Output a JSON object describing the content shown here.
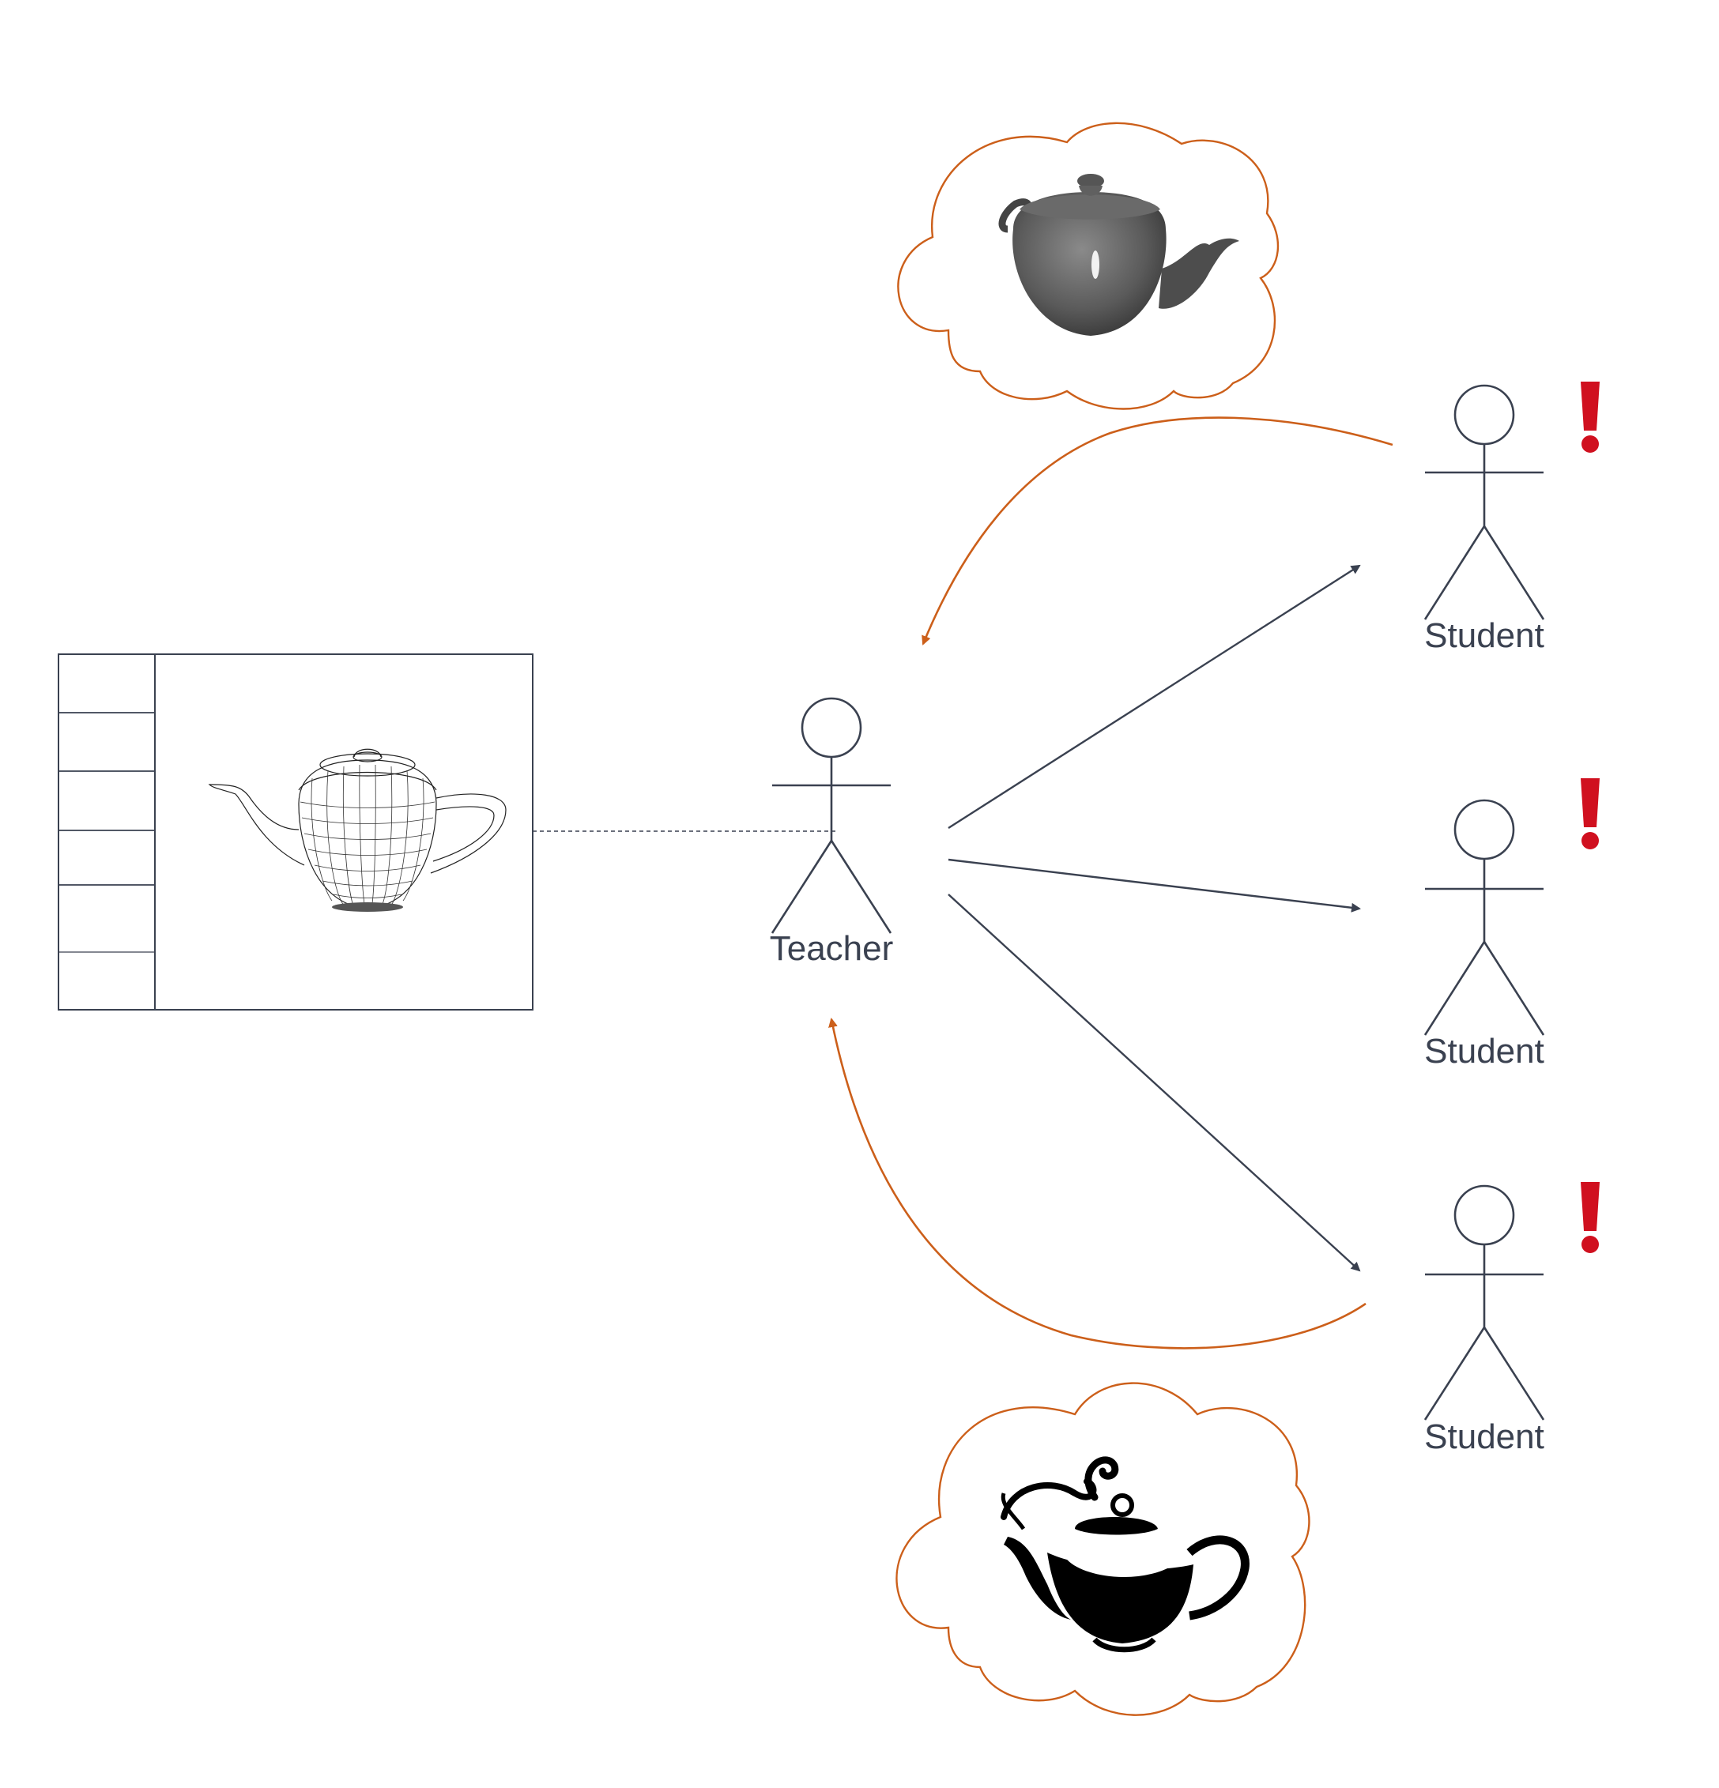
{
  "labels": {
    "teacher": "Teacher",
    "student_1": "Student",
    "student_2": "Student",
    "student_3": "Student"
  },
  "alerts": {
    "student_1": "!",
    "student_2": "!",
    "student_3": "!"
  },
  "icons": {
    "document": "wireframe-teapot-icon",
    "thought_top": "shaded-teapot-icon",
    "thought_bottom": "ornamental-teapot-icon",
    "alert": "exclamation-icon"
  },
  "colors": {
    "actor": "#3a4150",
    "feedback_arrow": "#cc5f1a",
    "alert": "#d0101f"
  }
}
